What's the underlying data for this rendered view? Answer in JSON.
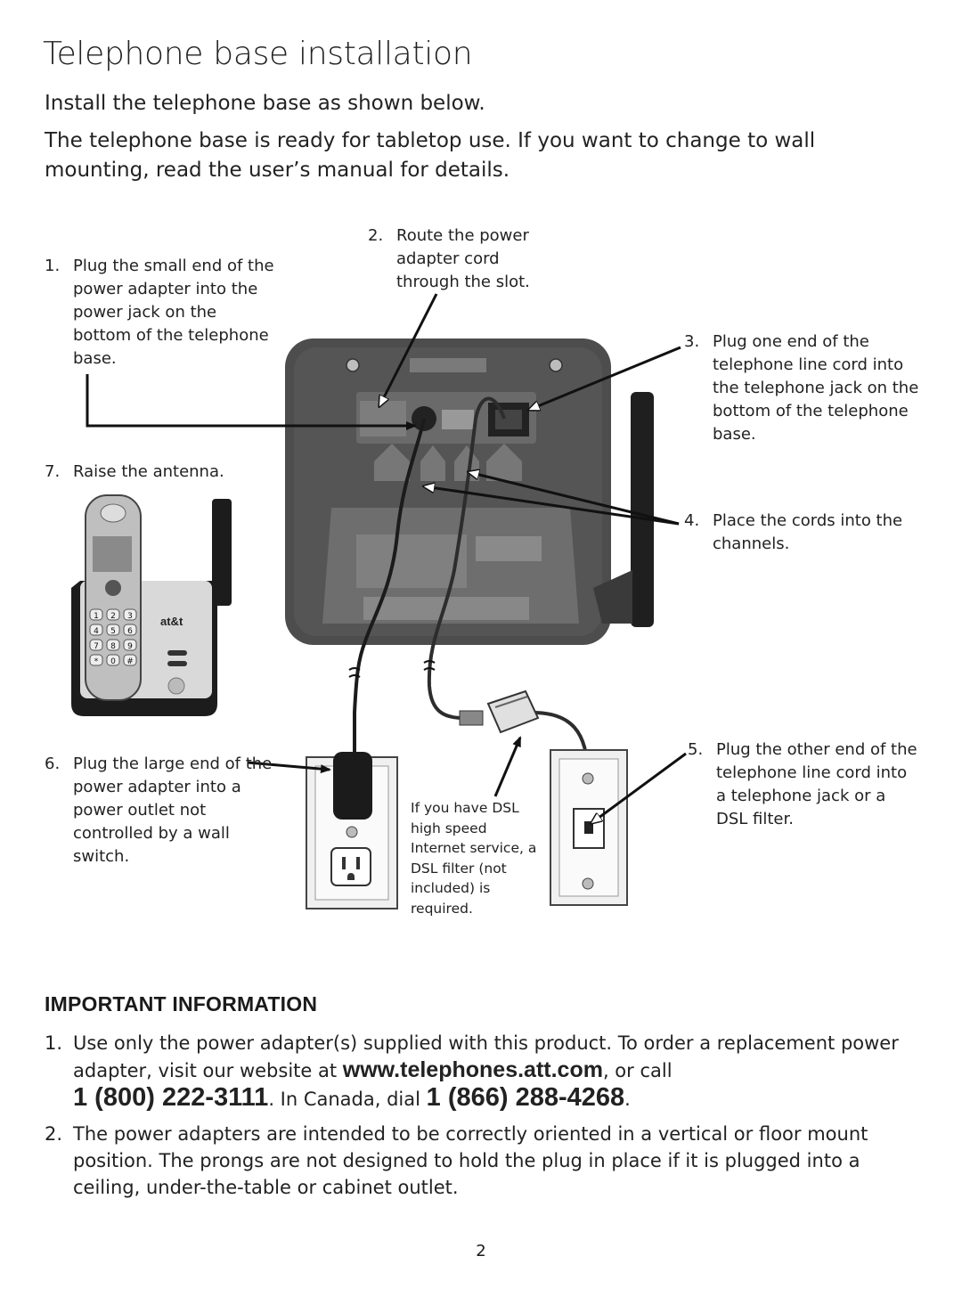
{
  "page": {
    "title": "Telephone base installation",
    "intro_1": "Install the telephone base as shown below.",
    "intro_2": "The telephone base is ready for tabletop use. If you want to change to wall mounting, read the user’s manual for details."
  },
  "diagram": {
    "steps": [
      {
        "num": "1.",
        "text": "Plug the small end of the power adapter into the power jack on the bottom of the telephone base."
      },
      {
        "num": "2.",
        "text": "Route the power adapter cord through the slot."
      },
      {
        "num": "3.",
        "text": "Plug one end of the telephone line cord into the telephone jack on the bottom of the telephone base."
      },
      {
        "num": "4.",
        "text": "Place the cords into the channels."
      },
      {
        "num": "5.",
        "text": "Plug the other end of the telephone line cord into a telephone jack or a DSL filter."
      },
      {
        "num": "6.",
        "text": "Plug the large end of the power adapter into a power outlet not controlled by a wall switch."
      },
      {
        "num": "7.",
        "text": "Raise the antenna."
      }
    ],
    "dsl_note": "If you have DSL high speed Internet service, a DSL filter (not included) is required.",
    "handset_brand": "at&t",
    "handset_keys": [
      "1",
      "2",
      "3",
      "4",
      "5",
      "6",
      "7",
      "8",
      "9",
      "*",
      "0",
      "#"
    ]
  },
  "important": {
    "heading": "IMPORTANT INFORMATION",
    "item1_num": "1.",
    "item1_text_a": "Use only the power adapter(s) supplied with this product. To order a replacement power adapter, visit our website at ",
    "item1_url": "www.telephones.att.com",
    "item1_text_b": ", or call ",
    "item1_phone_us": "1 (800) 222-3111",
    "item1_text_c": ". In Canada, dial ",
    "item1_phone_ca": "1 (866) 288-4268",
    "item1_text_d": ".",
    "item2_num": "2.",
    "item2_text": "The power adapters are intended to be correctly oriented in a vertical or floor mount position. The prongs are not designed to hold the plug in place if it is plugged into a ceiling, under-the-table or cabinet outlet."
  },
  "footer": {
    "page_number": "2"
  }
}
